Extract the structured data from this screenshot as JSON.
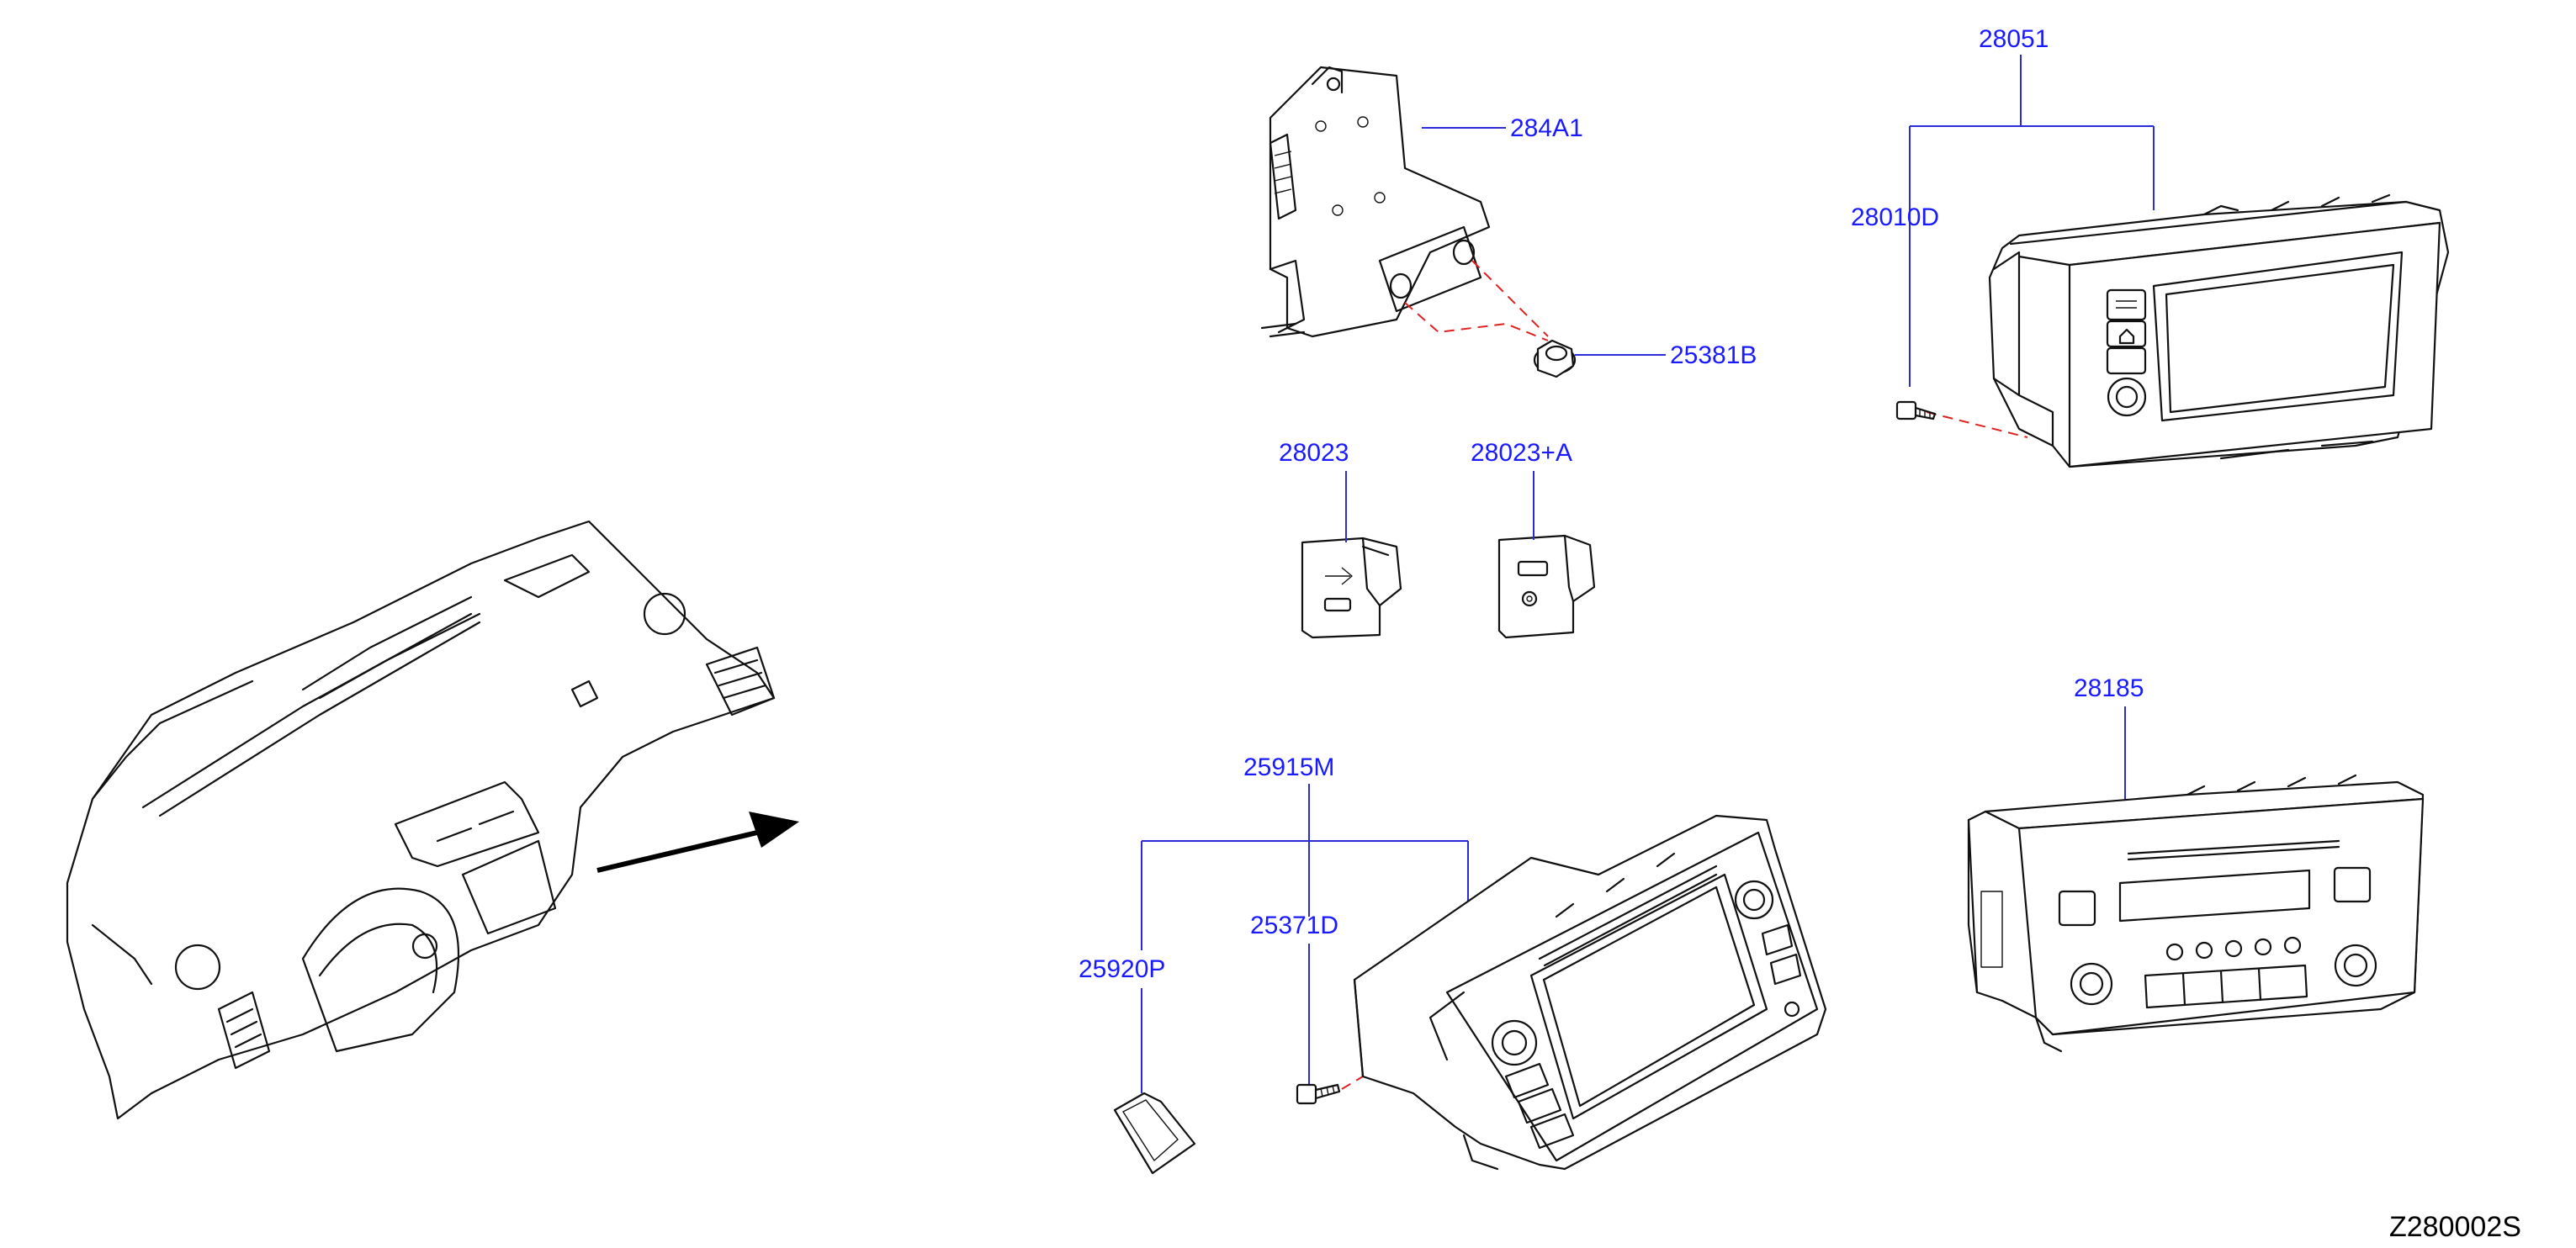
{
  "diagram_code": "Z280002S",
  "parts": [
    {
      "id": "bracket",
      "label": "284A1"
    },
    {
      "id": "clip",
      "label": "25381B"
    },
    {
      "id": "antenna-feeder",
      "label": "28051"
    },
    {
      "id": "screw-upper",
      "label": "28010D"
    },
    {
      "id": "usb-jack",
      "label": "28023"
    },
    {
      "id": "usb-jack-a",
      "label": "28023+A"
    },
    {
      "id": "navigation-unit",
      "label": "25915M"
    },
    {
      "id": "screw-lower",
      "label": "25371D"
    },
    {
      "id": "sd-card",
      "label": "25920P"
    },
    {
      "id": "audio-unit",
      "label": "28185"
    }
  ],
  "colors": {
    "label": "#1a1aff",
    "leader": "#2b2bd8",
    "dashed_leader": "#e02020",
    "drawing": "#111111"
  }
}
